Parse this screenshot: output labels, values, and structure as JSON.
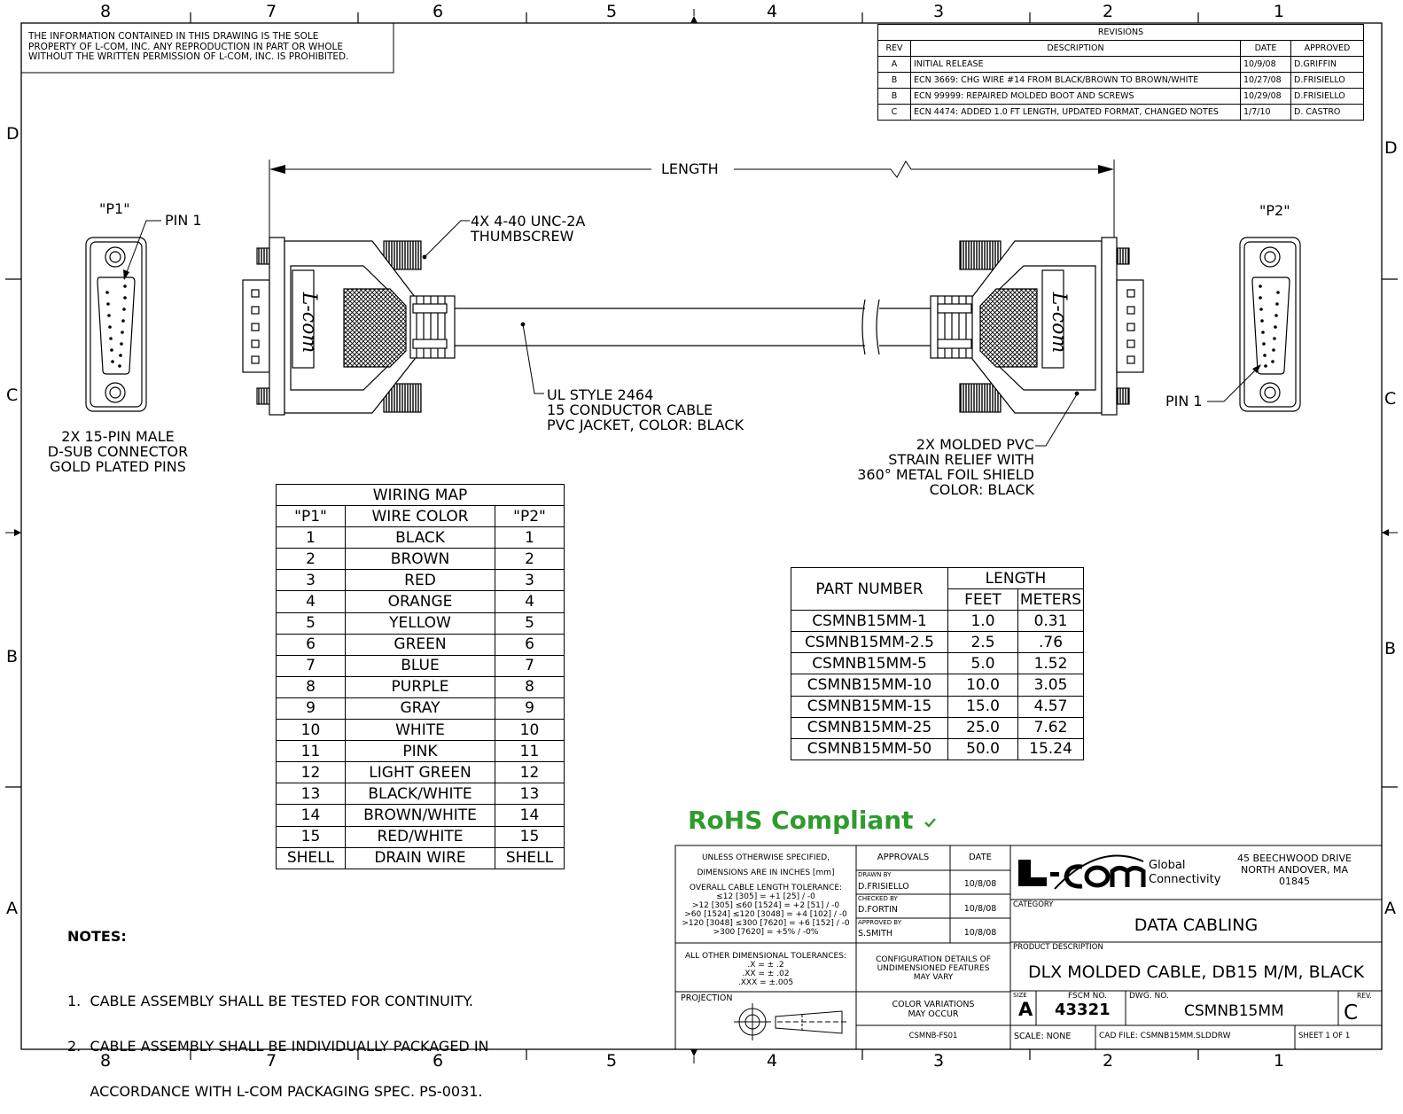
{
  "zones": {
    "top": [
      "8",
      "7",
      "6",
      "5",
      "4",
      "3",
      "2",
      "1"
    ],
    "side": [
      "D",
      "C",
      "B",
      "A"
    ]
  },
  "notice": [
    "THE INFORMATION CONTAINED IN THIS DRAWING IS THE SOLE",
    "PROPERTY OF L-COM, INC.  ANY REPRODUCTION IN PART OR WHOLE",
    "WITHOUT THE WRITTEN PERMISSION OF L-COM, INC. IS PROHIBITED."
  ],
  "revisions": {
    "title": "REVISIONS",
    "headers": [
      "REV",
      "DESCRIPTION",
      "DATE",
      "APPROVED"
    ],
    "rows": [
      [
        "A",
        "INITIAL RELEASE",
        "10/9/08",
        "D.GRIFFIN"
      ],
      [
        "B",
        "ECN 3669: CHG WIRE #14 FROM BLACK/BROWN TO BROWN/WHITE",
        "10/27/08",
        "D.FRISIELLO"
      ],
      [
        "B",
        "ECN 99999: REPAIRED MOLDED BOOT AND SCREWS",
        "10/29/08",
        "D.FRISIELLO"
      ],
      [
        "C",
        "ECN 4474: ADDED 1.0 FT LENGTH, UPDATED FORMAT, CHANGED NOTES",
        "1/7/10",
        "D. CASTRO"
      ]
    ]
  },
  "drawing": {
    "length": "LENGTH",
    "p1": "\"P1\"",
    "p2": "\"P2\"",
    "pin1": "PIN 1",
    "pin1_right": "PIN 1",
    "thumbscrew": [
      "4X 4-40 UNC-2A",
      "THUMBSCREW"
    ],
    "cable": [
      "UL STYLE 2464",
      "15 CONDUCTOR CABLE",
      "PVC JACKET, COLOR: BLACK"
    ],
    "connector": [
      "2X 15-PIN MALE",
      "D-SUB CONNECTOR",
      "GOLD PLATED PINS"
    ],
    "boot": [
      "2X MOLDED PVC",
      "STRAIN RELIEF WITH",
      "360° METAL FOIL SHIELD",
      "COLOR: BLACK"
    ],
    "brand": "L-com"
  },
  "wiring": {
    "title": "WIRING MAP",
    "headers": [
      "\"P1\"",
      "WIRE COLOR",
      "\"P2\""
    ],
    "rows": [
      [
        "1",
        "BLACK",
        "1"
      ],
      [
        "2",
        "BROWN",
        "2"
      ],
      [
        "3",
        "RED",
        "3"
      ],
      [
        "4",
        "ORANGE",
        "4"
      ],
      [
        "5",
        "YELLOW",
        "5"
      ],
      [
        "6",
        "GREEN",
        "6"
      ],
      [
        "7",
        "BLUE",
        "7"
      ],
      [
        "8",
        "PURPLE",
        "8"
      ],
      [
        "9",
        "GRAY",
        "9"
      ],
      [
        "10",
        "WHITE",
        "10"
      ],
      [
        "11",
        "PINK",
        "11"
      ],
      [
        "12",
        "LIGHT GREEN",
        "12"
      ],
      [
        "13",
        "BLACK/WHITE",
        "13"
      ],
      [
        "14",
        "BROWN/WHITE",
        "14"
      ],
      [
        "15",
        "RED/WHITE",
        "15"
      ],
      [
        "SHELL",
        "DRAIN WIRE",
        "SHELL"
      ]
    ]
  },
  "parts": {
    "pn_header": "PART NUMBER",
    "length_header": "LENGTH",
    "feet": "FEET",
    "meters": "METERS",
    "rows": [
      [
        "CSMNB15MM-1",
        "1.0",
        "0.31"
      ],
      [
        "CSMNB15MM-2.5",
        "2.5",
        ".76"
      ],
      [
        "CSMNB15MM-5",
        "5.0",
        "1.52"
      ],
      [
        "CSMNB15MM-10",
        "10.0",
        "3.05"
      ],
      [
        "CSMNB15MM-15",
        "15.0",
        "4.57"
      ],
      [
        "CSMNB15MM-25",
        "25.0",
        "7.62"
      ],
      [
        "CSMNB15MM-50",
        "50.0",
        "15.24"
      ]
    ]
  },
  "rohs": "RoHS Compliant",
  "rohs_color": "#2e9b2e",
  "notes": {
    "title": "NOTES:",
    "items": [
      "1.  CABLE ASSEMBLY SHALL BE TESTED FOR CONTINUITY.",
      "2.  CABLE ASSEMBLY SHALL BE INDIVIDUALLY PACKAGED IN",
      "     ACCORDANCE WITH L-COM PACKAGING SPEC. PS-0031."
    ]
  },
  "titleblock": {
    "unless": "UNLESS OTHERWISE SPECIFIED,",
    "dims": "DIMENSIONS ARE IN INCHES [mm]",
    "tol_title": "OVERALL CABLE LENGTH TOLERANCE:",
    "tol": [
      "≤12 [305] = +1 [25] / -0",
      ">12 [305] ≤60 [1524] = +2 [51] / -0",
      ">60 [1524] ≤120 [3048] = +4 [102] / -0",
      ">120 [3048] ≤300 [7620] = +6 [152] / -0",
      ">300 [7620] = +5% / -0%"
    ],
    "other_tol": "ALL OTHER DIMENSIONAL TOLERANCES:",
    "other": [
      ".X = ± .2",
      ".XX = ± .02",
      ".XXX = ±.005"
    ],
    "projection": "PROJECTION",
    "approvals": "APPROVALS",
    "date": "DATE",
    "drawn_by": "DRAWN BY",
    "drawn_name": "D.FRISIELLO",
    "drawn_date": "10/8/08",
    "checked_by": "CHECKED BY",
    "checked_name": "D.FORTIN",
    "checked_date": "10/8/08",
    "approved_by": "APPROVED BY",
    "approved_name": "S.SMITH",
    "approved_date": "10/8/08",
    "config": [
      "CONFIGURATION DETAILS OF",
      "UNDIMENSIONED FEATURES",
      "MAY VARY"
    ],
    "color_var": [
      "COLOR VARIATIONS",
      "MAY OCCUR"
    ],
    "form": "CSMNB-FS01",
    "logo": "L-COM",
    "logo_global": "Global",
    "logo_conn": "Connectivity",
    "address": [
      "45 BEECHWOOD DRIVE",
      "NORTH ANDOVER, MA",
      "01845"
    ],
    "category_label": "CATEGORY",
    "category": "DATA CABLING",
    "desc_label": "PRODUCT DESCRIPTION",
    "desc": "DLX MOLDED CABLE, DB15 M/M, BLACK",
    "size_label": "SIZE",
    "size": "A",
    "fscm_label": "FSCM NO.",
    "fscm": "43321",
    "dwg_label": "DWG. NO.",
    "dwg": "CSMNB15MM",
    "rev_label": "REV.",
    "rev": "C",
    "scale": "SCALE:  NONE",
    "cad": "CAD FILE:  CSMNB15MM.SLDDRW",
    "sheet": "SHEET  1  OF  1"
  }
}
